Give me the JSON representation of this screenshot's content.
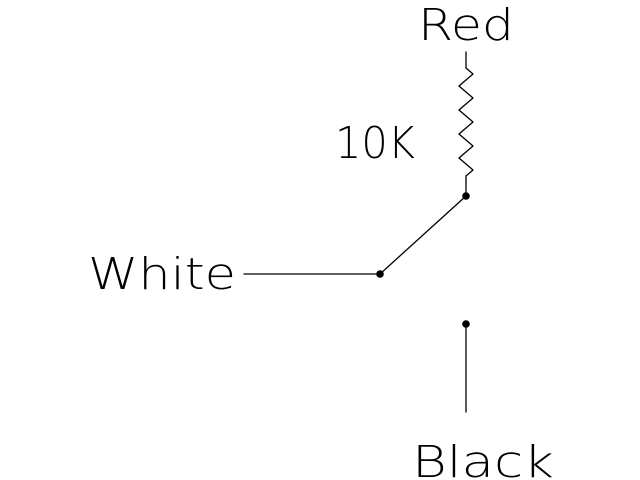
{
  "diagram": {
    "labels": {
      "red": "Red",
      "resistance": "10K",
      "white": "White",
      "black": "Black"
    },
    "line_color": "#000000",
    "background_color": "#ffffff"
  }
}
